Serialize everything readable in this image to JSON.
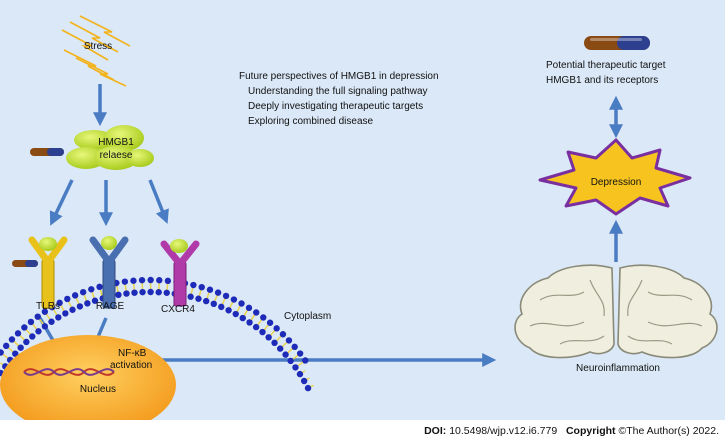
{
  "labels": {
    "stress": "Stress",
    "hmgb1_release_line1": "HMGB1",
    "hmgb1_release_line2": "relaese",
    "tlrs": "TLRs",
    "rage": "RAGE",
    "cxcr4": "CXCR4",
    "cytoplasm": "Cytoplasm",
    "nfkb_line1": "NF-κB",
    "nfkb_line2": "activation",
    "nucleus": "Nucleus",
    "neuroinflammation": "Neuroinflammation",
    "depression": "Depression",
    "target_line1": "Potential therapeutic target",
    "target_line2": "HMGB1 and its receptors"
  },
  "perspectives": {
    "title": "Future perspectives of HMGB1 in depression",
    "items": [
      "Understanding the full signaling pathway",
      "Deeply investigating therapeutic targets",
      "Exploring combined disease"
    ]
  },
  "footer": {
    "doi_label": "DOI:",
    "doi_value": "10.5498/wjp.v12.i6.779",
    "copyright_label": "Copyright",
    "copyright_value": "©The Author(s) 2022."
  },
  "colors": {
    "background": "#dbe8f7",
    "arrow": "#4a7cc4",
    "hmgb1": "#c6e43a",
    "nucleus": "#f5a623",
    "membrane": "#1e2ab8",
    "tlr": "#e8c21a",
    "rage": "#4a6fb0",
    "cxcr4": "#b03aa8",
    "depression_fill": "#f7c41f",
    "depression_stroke": "#7a2fa0"
  }
}
